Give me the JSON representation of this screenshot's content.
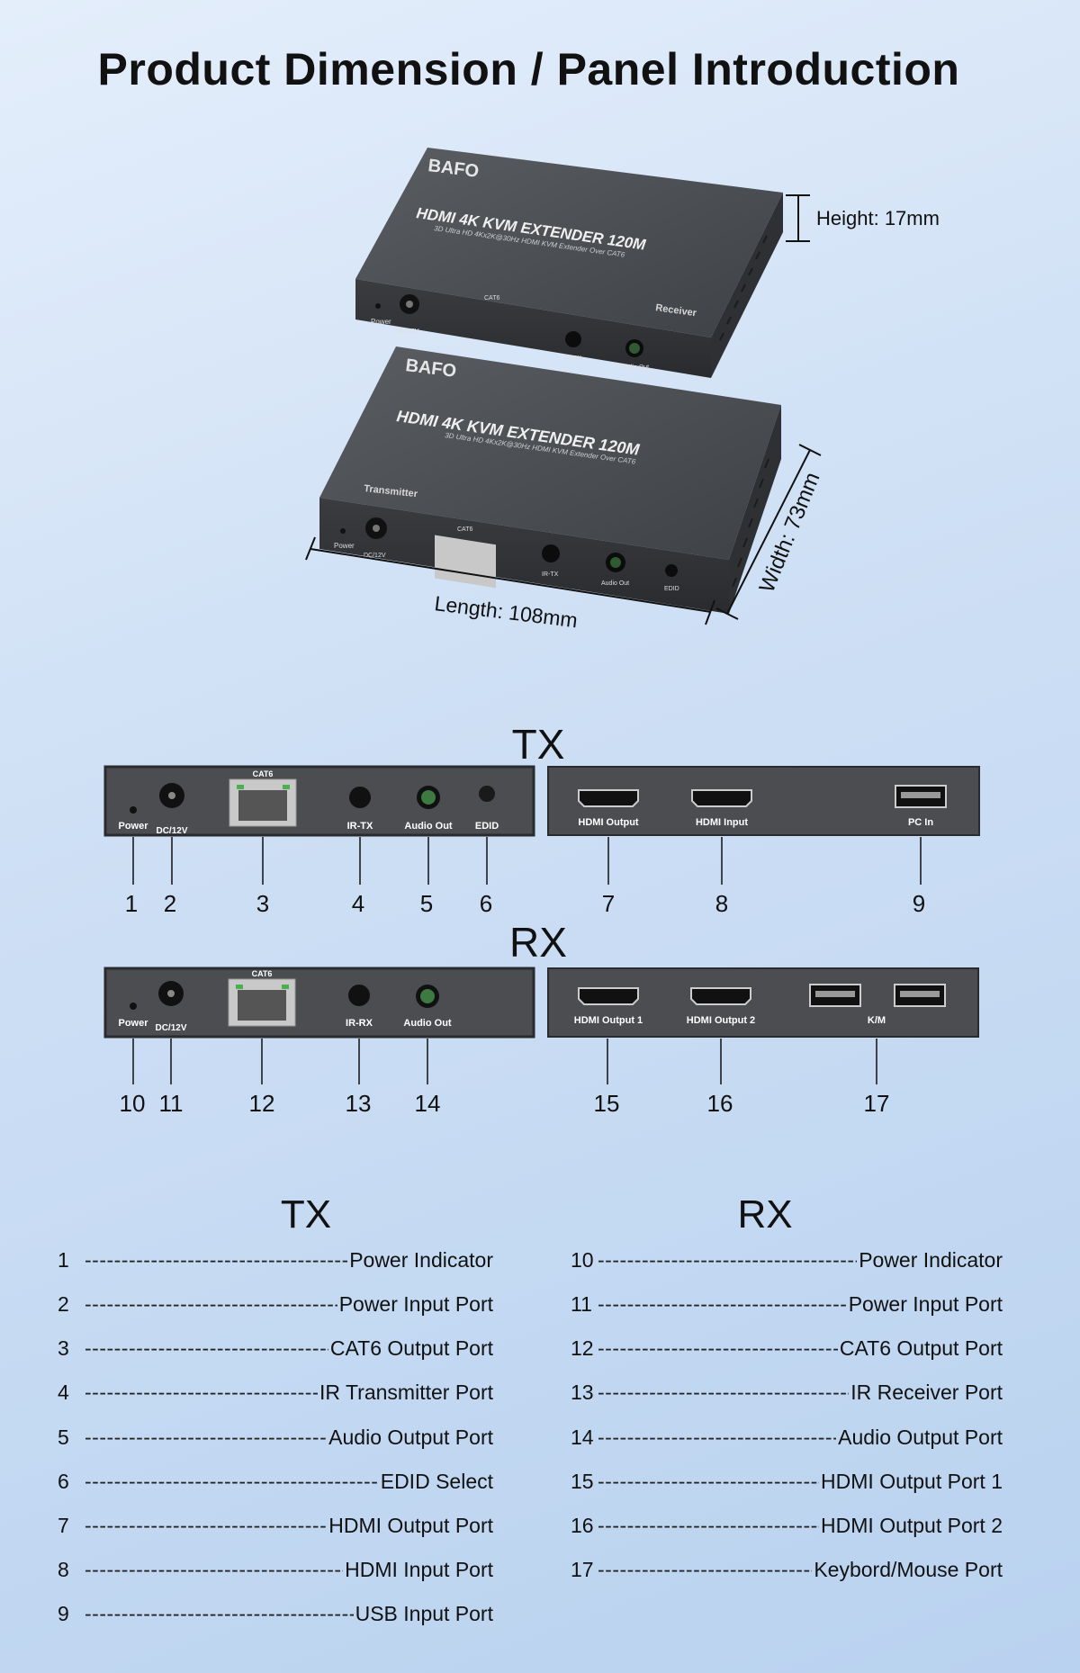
{
  "title": "Product Dimension / Panel Introduction",
  "dimensions": {
    "height": "Height: 17mm",
    "width": "Width: 73mm",
    "length": "Length: 108mm"
  },
  "device": {
    "brand": "BAFO",
    "model": "HDMI 4K KVM EXTENDER 120M",
    "subtitle": "3D Ultra HD 4Kx2K@30Hz HDMI KVM Extender Over CAT6",
    "receiver_label": "Receiver",
    "transmitter_label": "Transmitter",
    "port_labels": {
      "power": "Power",
      "dc": "DC/12V",
      "cat6": "CAT6",
      "ir_rx": "IR-RX",
      "ir_tx": "IR-TX",
      "audio_out": "Audio Out",
      "edid": "EDID"
    }
  },
  "tx_panel": {
    "label": "TX",
    "front_ports": {
      "power": "Power",
      "dc": "DC/12V",
      "cat6": "CAT6",
      "ir": "IR-TX",
      "audio": "Audio Out",
      "edid": "EDID"
    },
    "rear_ports": {
      "hdmi_out": "HDMI Output",
      "hdmi_in": "HDMI Input",
      "pc_in": "PC In"
    },
    "numbers": [
      "1",
      "2",
      "3",
      "4",
      "5",
      "6",
      "7",
      "8",
      "9"
    ]
  },
  "rx_panel": {
    "label": "RX",
    "front_ports": {
      "power": "Power",
      "dc": "DC/12V",
      "cat6": "CAT6",
      "ir": "IR-RX",
      "audio": "Audio Out"
    },
    "rear_ports": {
      "hdmi_out1": "HDMI Output 1",
      "hdmi_out2": "HDMI Output 2",
      "km": "K/M"
    },
    "numbers": [
      "10",
      "11",
      "12",
      "13",
      "14",
      "15",
      "16",
      "17"
    ]
  },
  "legend": {
    "tx_title": "TX",
    "rx_title": "RX",
    "tx_items": [
      {
        "n": "1",
        "label": "Power Indicator"
      },
      {
        "n": "2",
        "label": "Power Input Port"
      },
      {
        "n": "3",
        "label": "CAT6 Output Port"
      },
      {
        "n": "4",
        "label": "IR Transmitter Port"
      },
      {
        "n": "5",
        "label": "Audio Output Port"
      },
      {
        "n": "6",
        "label": "EDID Select"
      },
      {
        "n": "7",
        "label": "HDMI Output Port"
      },
      {
        "n": "8",
        "label": "HDMI Input Port"
      },
      {
        "n": "9",
        "label": "USB Input Port"
      }
    ],
    "rx_items": [
      {
        "n": "10",
        "label": "Power Indicator"
      },
      {
        "n": "11",
        "label": "Power Input Port"
      },
      {
        "n": "12",
        "label": "CAT6 Output Port"
      },
      {
        "n": "13",
        "label": "IR Receiver Port"
      },
      {
        "n": "14",
        "label": "Audio Output Port"
      },
      {
        "n": "15",
        "label": "HDMI Output Port 1"
      },
      {
        "n": "16",
        "label": "HDMI Output Port 2"
      },
      {
        "n": "17",
        "label": "Keybord/Mouse Port"
      }
    ]
  }
}
